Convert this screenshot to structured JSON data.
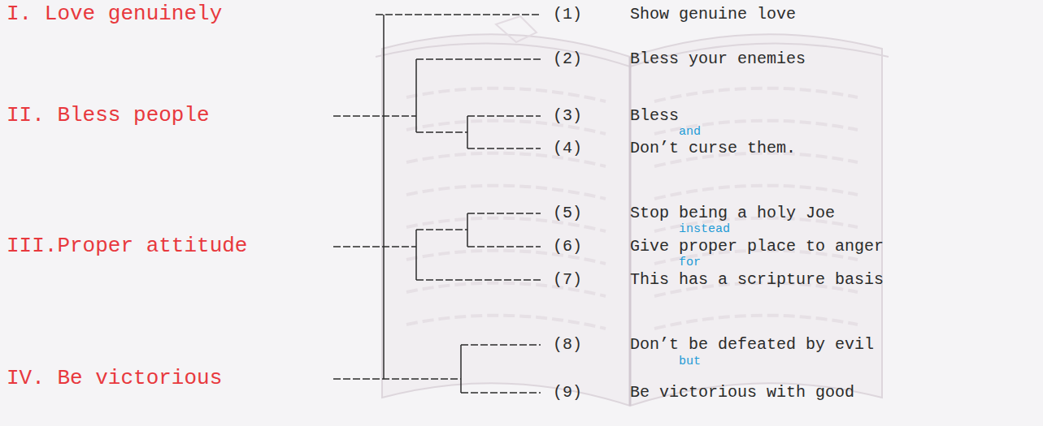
{
  "diagram": {
    "labels": [
      "I. Love genuinely",
      "(1)",
      "Show genuine love",
      "(2)",
      "Bless your enemies",
      "II. Bless people",
      "(3)",
      "Bless",
      "and",
      "(4)",
      "Don’t curse them.",
      "(5)",
      "Stop being a holy Joe",
      "instead",
      "III.Proper attitude",
      "(6)",
      "Give proper place to anger",
      "for",
      "(7)",
      "This has a scripture basis",
      "(8)",
      "Don’t be defeated by evil",
      "but",
      "IV. Be victorious",
      "(9)",
      "Be victorious with good"
    ]
  }
}
